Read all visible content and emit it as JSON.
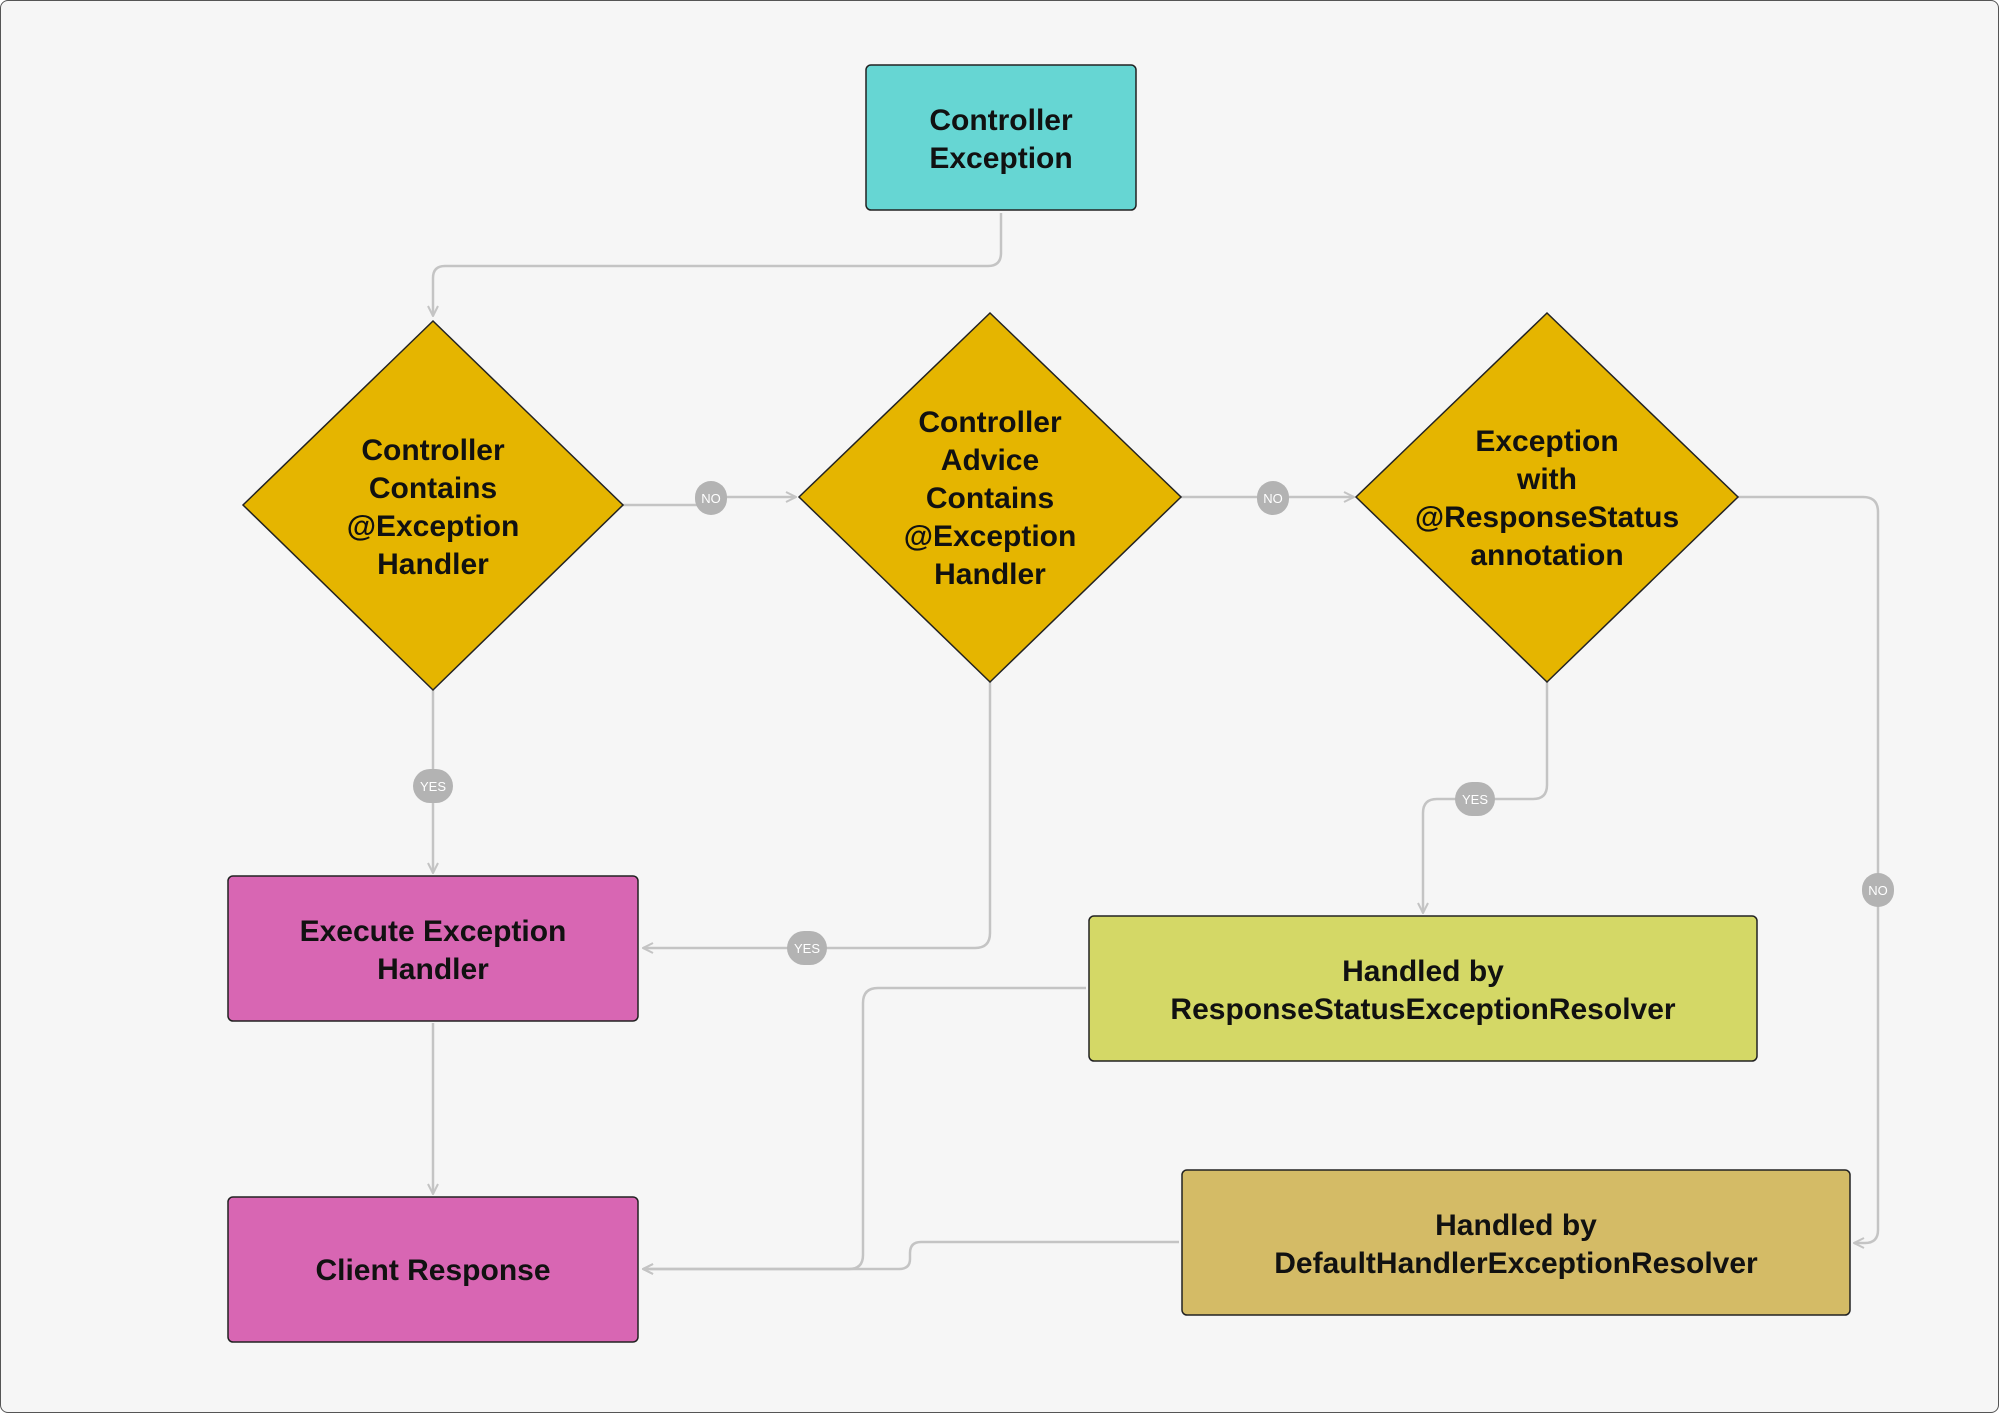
{
  "colors": {
    "background": "#f6f6f6",
    "start": "#66d6d3",
    "decision": "#e5b500",
    "handler": "#d866b3",
    "response_status": "#d4d866",
    "default_handler": "#d4bb66",
    "edge": "#c4c4c4",
    "pill": "#b3b3b3"
  },
  "nodes": {
    "controller_exception": [
      "Controller",
      "Exception"
    ],
    "controller_contains": [
      "Controller",
      "Contains",
      "@Exception",
      "Handler"
    ],
    "advice_contains": [
      "Controller",
      "Advice",
      "Contains",
      "@Exception",
      "Handler"
    ],
    "response_status_check": [
      "Exception",
      "with",
      "@ResponseStatus",
      "annotation"
    ],
    "execute_handler": [
      "Execute Exception",
      "Handler"
    ],
    "client_response": [
      "Client Response"
    ],
    "response_status_resolver": [
      "Handled by",
      "ResponseStatusExceptionResolver"
    ],
    "default_resolver": [
      "Handled by",
      "DefaultHandlerExceptionResolver"
    ]
  },
  "edge_labels": {
    "controller_no": "NO",
    "advice_no": "NO",
    "controller_yes": "YES",
    "advice_yes": "YES",
    "status_yes": "YES",
    "status_no": "NO"
  }
}
